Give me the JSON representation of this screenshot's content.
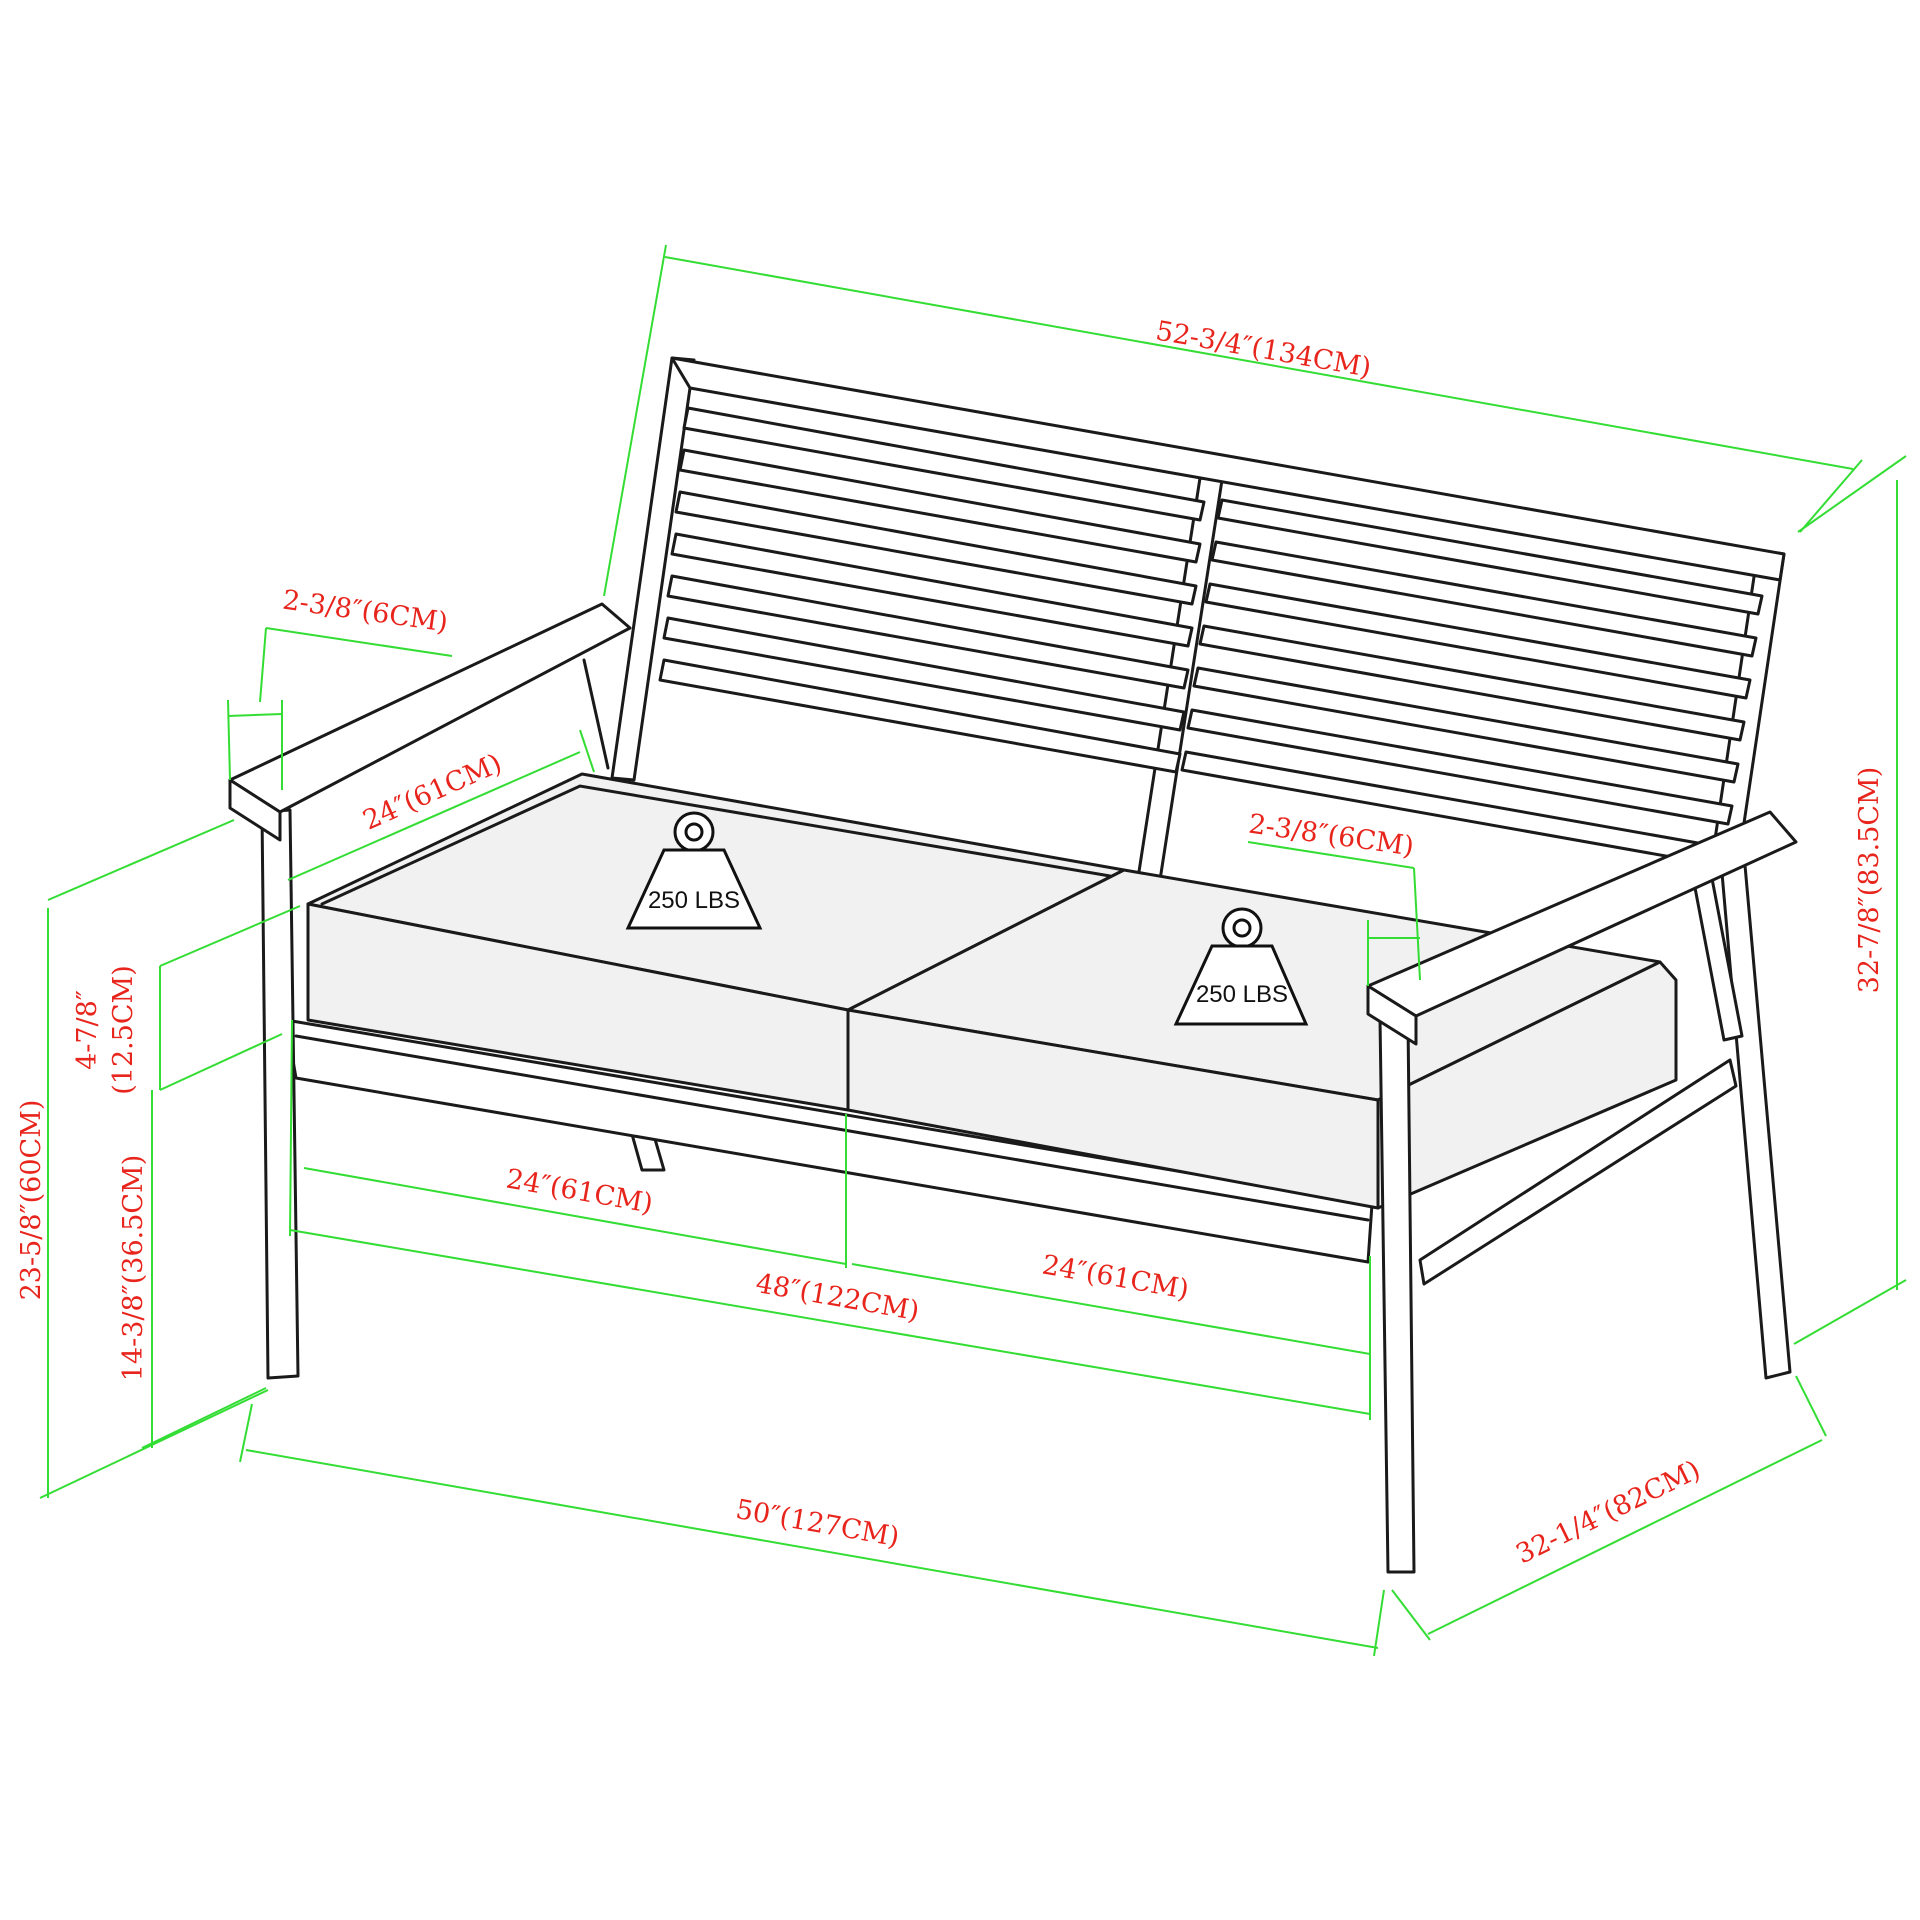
{
  "dimensions": {
    "back_width": "52-3/4″(134CM)",
    "total_height": "32-7/8″(83.5CM)",
    "arm_width_left": "2-3/8″(6CM)",
    "arm_width_right": "2-3/8″(6CM)",
    "seat_depth": "24″(61CM)",
    "cushion_thickness_line1": "4-7/8″",
    "cushion_thickness_line2": "(12.5CM)",
    "arm_height": "23-5/8″(60CM)",
    "seat_height": "14-3/8″(36.5CM)",
    "seat_width_left": "24″(61CM)",
    "seat_width_total": "48″(122CM)",
    "seat_width_right": "24″(61CM)",
    "overall_width": "50″(127CM)",
    "overall_depth": "32-1/4″(82CM)"
  },
  "weight_capacity": {
    "left_seat": "250 LBS",
    "right_seat": "250 LBS"
  },
  "colors": {
    "dimension_line": "#33dd33",
    "dimension_text": "#e8251c",
    "outline": "#1a1a1a",
    "cushion_fill": "#f1f1f1"
  }
}
